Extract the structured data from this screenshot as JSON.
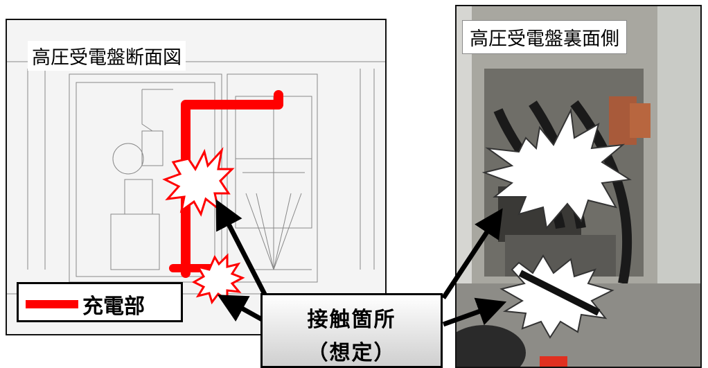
{
  "left_panel": {
    "title": "高圧受電盤断面図",
    "legend_label": "充電部"
  },
  "right_panel": {
    "title": "高圧受電盤裏面側"
  },
  "callout": {
    "line1": "接触箇所",
    "line2": "（想定）"
  },
  "colors": {
    "live_part": "#ff0000",
    "arrow": "#000000",
    "burst_fill": "#ffffff"
  }
}
